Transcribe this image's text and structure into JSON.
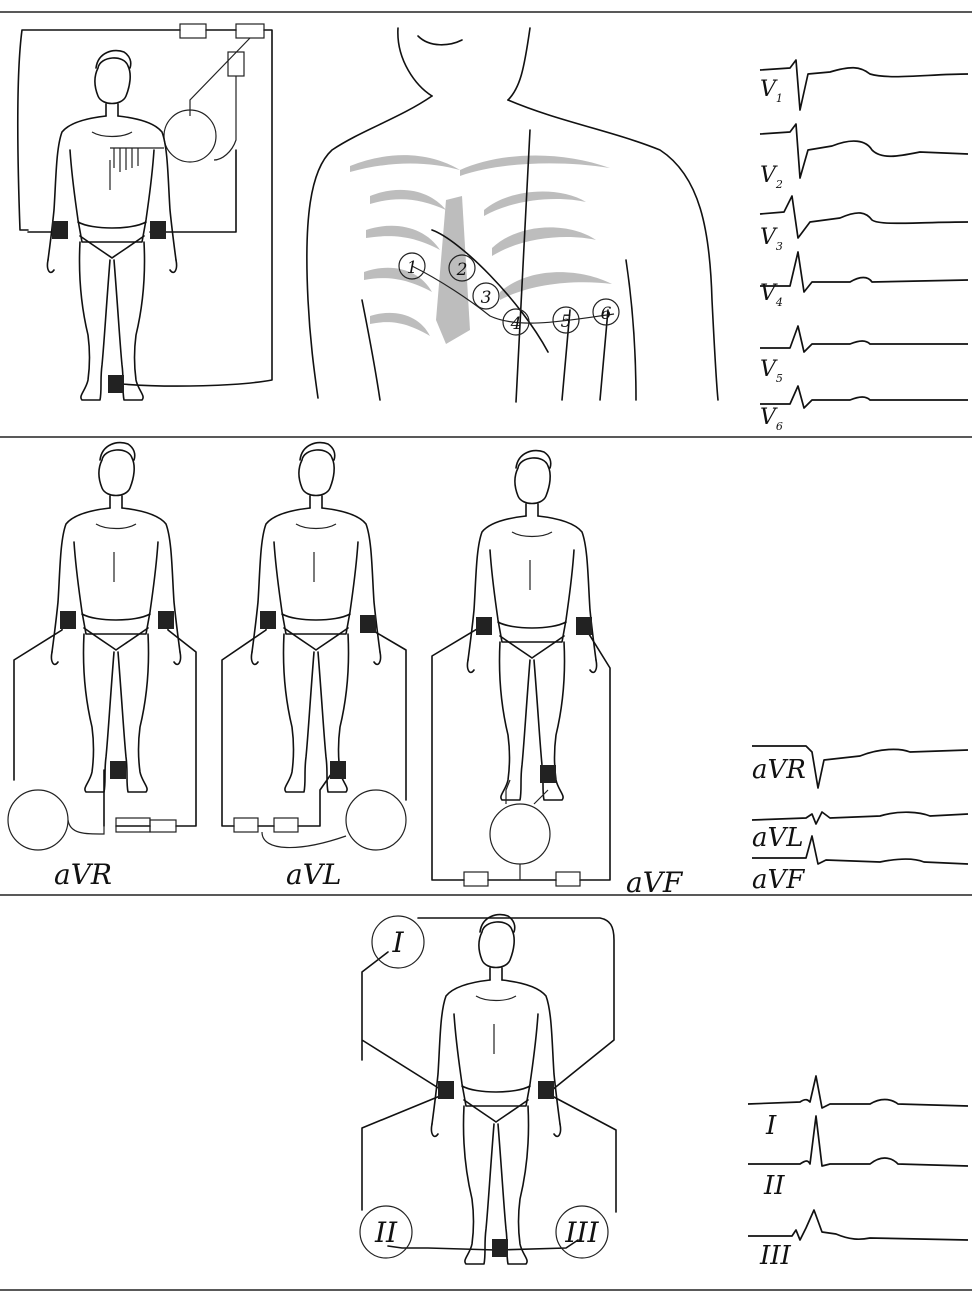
{
  "chest_leads": {
    "positions": [
      "1",
      "2",
      "3",
      "4",
      "5",
      "6"
    ],
    "trace_labels": [
      "V",
      "V",
      "V",
      "V",
      "V",
      "V"
    ],
    "trace_subscripts": [
      "1",
      "2",
      "3",
      "4",
      "5",
      "6"
    ]
  },
  "augmented_leads": {
    "figure_labels": [
      "aVR",
      "aVL",
      "aVF"
    ],
    "trace_labels": [
      "aVR",
      "aVL",
      "aVF"
    ]
  },
  "limb_leads": {
    "circle_labels": [
      "I",
      "II",
      "III"
    ],
    "trace_labels": [
      "I",
      "II",
      "III"
    ]
  },
  "colors": {
    "ink": "#111111",
    "paper": "#ffffff",
    "electrode": "#222222"
  }
}
